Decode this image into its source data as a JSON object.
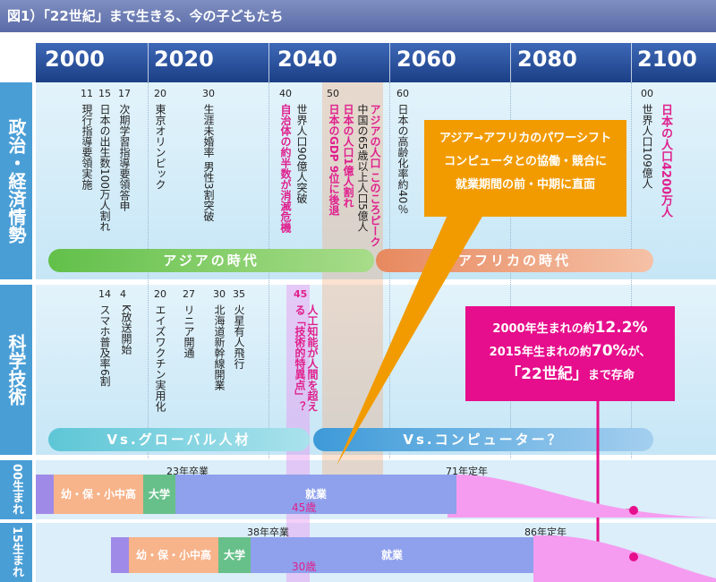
{
  "title": "図1）「22世紀」まで生きる、今の子どもたち",
  "years": [
    "2000",
    "2020",
    "2040",
    "2060",
    "2080",
    "2100"
  ],
  "side": {
    "politics": "政治・経済情勢",
    "science": "科学技術",
    "born00": "00生まれ",
    "born15": "15生まれ"
  },
  "politics_events": [
    {
      "num": "11",
      "text": "現行指導要領実施"
    },
    {
      "num": "15",
      "text": "日本の出生数100万人割れ"
    },
    {
      "num": "17",
      "text": "次期学習指導要領答申"
    },
    {
      "num": "20",
      "text": "東京オリンピック"
    },
    {
      "num": "30",
      "text": "生涯未婚率 男性3割突破"
    },
    {
      "num": "40",
      "text": "世界人口90億人突破"
    },
    {
      "num": "",
      "text": "自治体の約半数が消滅危機"
    },
    {
      "num": "50",
      "text": "中国の65歳以上人口5億人"
    },
    {
      "num": "",
      "text": "アジアの人口 このころピーク"
    },
    {
      "num": "",
      "text": "日本の人口1億人割れ"
    },
    {
      "num": "",
      "text": "日本のGDP 9位に後退"
    },
    {
      "num": "60",
      "text": "日本の高齢化率約40％"
    },
    {
      "num": "00",
      "text": "世界人口109億人"
    },
    {
      "num": "",
      "text": "日本の人口4200万人"
    }
  ],
  "eras": {
    "asia": "アジアの時代",
    "africa": "アフリカの時代",
    "global": "Vs.グローバル人材",
    "computer": "Vs.コンピューター？"
  },
  "science_events": [
    {
      "num": "14",
      "text": "スマホ普及率6割"
    },
    {
      "num": "4",
      "text": "K放送開始"
    },
    {
      "num": "20",
      "text": "エイズワクチン実用化"
    },
    {
      "num": "27",
      "text": "リニア開通"
    },
    {
      "num": "30",
      "text": "北海道新幹線開業"
    },
    {
      "num": "35",
      "text": "火星有人飛行"
    },
    {
      "num": "45",
      "text": "人工知能が人間を超える「技術的特異点」？"
    }
  ],
  "callout": [
    "アジア→アフリカのパワーシフト",
    "コンピュータとの協働・競合に",
    "就業期間の前・中期に直面"
  ],
  "pink_box": {
    "line1_a": "2000年生まれの約",
    "line1_b": "12.2%",
    "line2_a": "2015年生まれの約",
    "line2_b": "70%",
    "line2_c": "が、",
    "line3_a": "「22世紀」",
    "line3_b": "まで存命"
  },
  "life00": {
    "school": "幼・保・小中高",
    "univ": "大学",
    "work": "就業",
    "grad": "23年卒業",
    "retire": "71年定年",
    "age": "45歳"
  },
  "life15": {
    "school": "幼・保・小中高",
    "univ": "大学",
    "work": "就業",
    "grad": "38年卒業",
    "retire": "86年定年",
    "age": "30歳"
  },
  "colors": {
    "brand": "#1b3f86",
    "magenta": "#e60e8c",
    "orange": "#f29b00",
    "green": "#5fbf4a"
  }
}
